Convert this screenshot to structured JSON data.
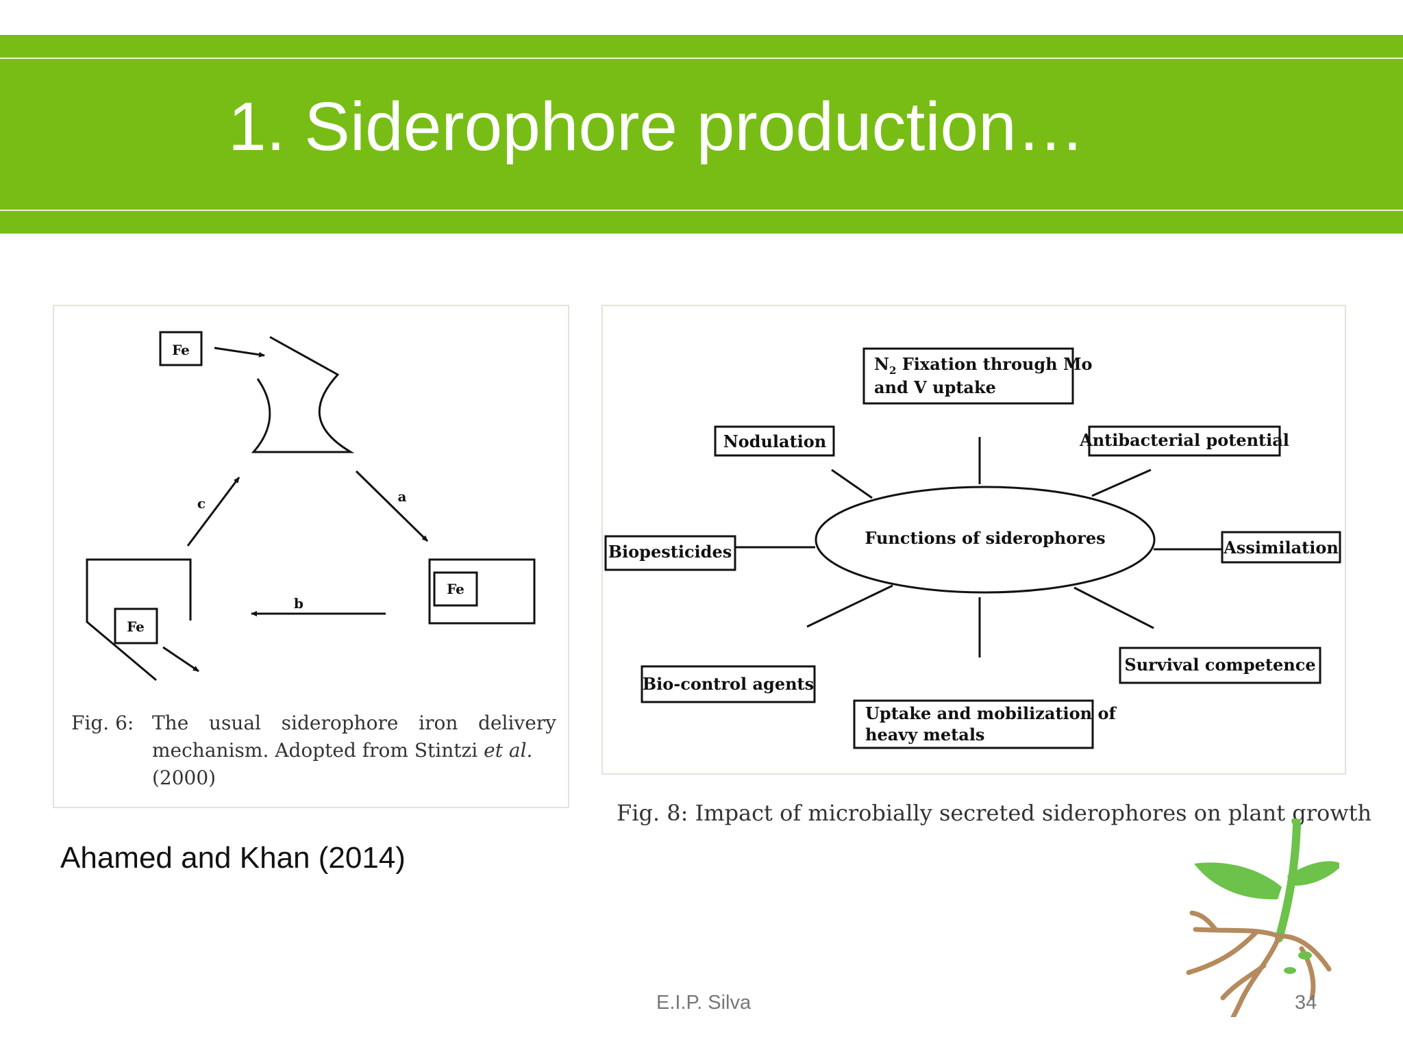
{
  "slide": {
    "title": "1. Siderophore production…",
    "citation": "Ahamed and Khan (2014)",
    "author": "E.I.P. Silva",
    "page_number": "34"
  },
  "fig6": {
    "fe_labels": [
      "Fe",
      "Fe",
      "Fe"
    ],
    "arrow_labels": [
      "a",
      "b",
      "c"
    ],
    "caption_number": "Fig. 6:",
    "caption_text": "The usual siderophore iron delivery mechanism. Adopted from Stintzi",
    "caption_italic": "et al.",
    "caption_year": "(2000)"
  },
  "fig8": {
    "center": "Functions of siderophores",
    "n2_line1_pre": "N",
    "n2_sub": "2",
    "n2_line1_post": " Fixation through Mo",
    "n2_line2": "and V uptake",
    "nodulation": "Nodulation",
    "antibacterial": "Antibacterial potential",
    "biopesticides": "Biopesticides",
    "assimilation": "Assimilation",
    "biocontrol": "Bio-control agents",
    "survival": "Survival competence",
    "uptake_line1": "Uptake and mobilization of",
    "uptake_line2": "heavy metals",
    "caption": "Fig. 8: Impact of microbially secreted siderophores on plant growth"
  },
  "colors": {
    "title_band": "#78BD15",
    "logo_leaf": "#6CC24A",
    "logo_root": "#B58A5E"
  }
}
